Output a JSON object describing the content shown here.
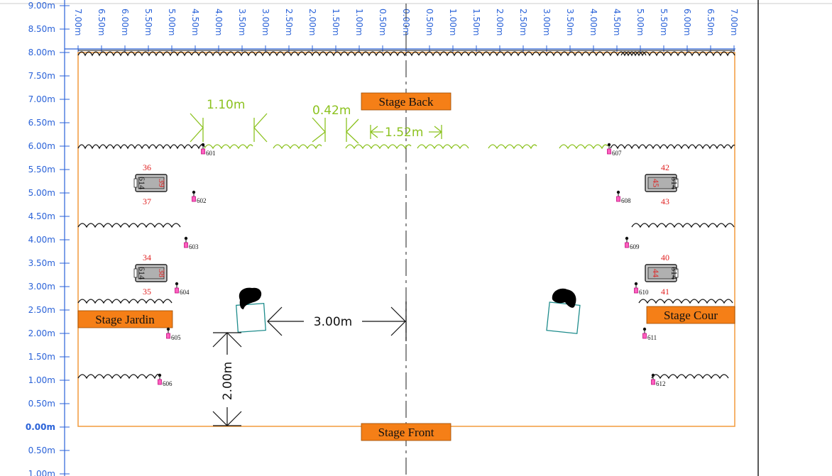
{
  "vertical_ruler_labels": [
    "9.00m",
    "8.50m",
    "8.00m",
    "7.50m",
    "7.00m",
    "6.50m",
    "6.00m",
    "5.50m",
    "5.00m",
    "4.50m",
    "4.00m",
    "3.50m",
    "3.00m",
    "2.50m",
    "2.00m",
    "1.50m",
    "1.00m",
    "0.50m",
    "0.00m",
    "0.50m",
    "1.00m"
  ],
  "horizontal_ruler_labels": [
    "7.00m",
    "6.50m",
    "6.00m",
    "5.50m",
    "5.00m",
    "4.50m",
    "4.00m",
    "3.50m",
    "3.00m",
    "2.50m",
    "2.00m",
    "1.50m",
    "1.00m",
    "0.50m",
    "0.00m",
    "0.50m",
    "1.00m",
    "1.50m",
    "2.00m",
    "2.50m",
    "3.00m",
    "3.50m",
    "4.00m",
    "4.50m",
    "5.00m",
    "5.50m",
    "6.00m",
    "6.50m",
    "7.00m"
  ],
  "stage_labels": {
    "back": "Stage Back",
    "front": "Stage Front",
    "jardin": "Stage Jardin",
    "cour": "Stage Cour"
  },
  "gap_dimensions": {
    "gap_1": "1.10m",
    "gap_2": "0.42m",
    "gap_3": "1.52m"
  },
  "set_dimensions": {
    "horizontal": "3.00m",
    "vertical": "2.00m"
  },
  "fixtures": {
    "left_upper": {
      "top": "36",
      "bottom": "37",
      "right": "39",
      "left": "614"
    },
    "left_lower": {
      "top": "34",
      "bottom": "35",
      "right": "38",
      "left": "614"
    },
    "right_upper": {
      "top": "42",
      "bottom": "43",
      "left": "45",
      "right": "614"
    },
    "right_lower": {
      "top": "40",
      "bottom": "41",
      "left": "44",
      "right": "614"
    }
  },
  "channels": [
    "601",
    "602",
    "603",
    "604",
    "605",
    "606",
    "607",
    "608",
    "609",
    "610",
    "611",
    "612"
  ],
  "colors": {
    "ruler": "#2a62d8",
    "stage_outline": "#f29a3c",
    "label_fill": "#f57f17",
    "dimension_green": "#8cc21f",
    "fixture_number": "#e02020",
    "channel_marker": "#e0309a",
    "set_piece": "#1e8c8c"
  }
}
